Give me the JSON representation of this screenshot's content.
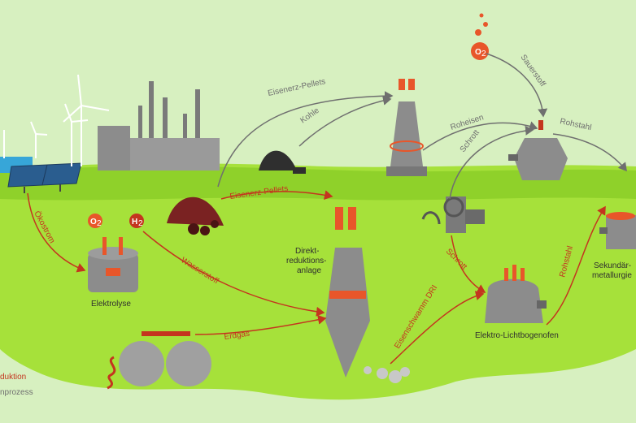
{
  "labels": {
    "eisenerz_pellets_top": "Eisenerz-Pellets",
    "kohle": "Kohle",
    "sauerstoff": "Sauerstoff",
    "o2": "O",
    "o2_sub": "2",
    "h2": "H",
    "h2_sub": "2",
    "roheisen": "Roheisen",
    "rohstahl_top": "Rohstahl",
    "schrott_top": "Schrott",
    "eisenerz_pellets_mid": "Eisenerz-Pellets",
    "oekostrom": "Ökostrom",
    "wasserstoff": "Wasserstoff",
    "direkt_1": "Direkt-",
    "direkt_2": "reduktions-",
    "direkt_3": "anlage",
    "schrott_mid": "Schrott",
    "rohstahl_right": "Rohstahl",
    "sekundaer_1": "Sekundär-",
    "sekundaer_2": "metallurgie",
    "elektrolyse": "Elektrolyse",
    "erdgas": "Erdgas",
    "eisenschwamm": "Eisenschwamm DRI",
    "elektro_lichtbogenofen": "Elektro-Lichtbogenofen",
    "legend_reduktion": "duktion",
    "legend_prozess": "nprozess"
  },
  "colors": {
    "background": "#d7f0c0",
    "ground": "#a6e13a",
    "ground_dark": "#8fd12a",
    "arrow_grey": "#6f6f6f",
    "arrow_red": "#c4351f",
    "machine_grey": "#8c8c8c",
    "accent_orange": "#e8562a"
  }
}
